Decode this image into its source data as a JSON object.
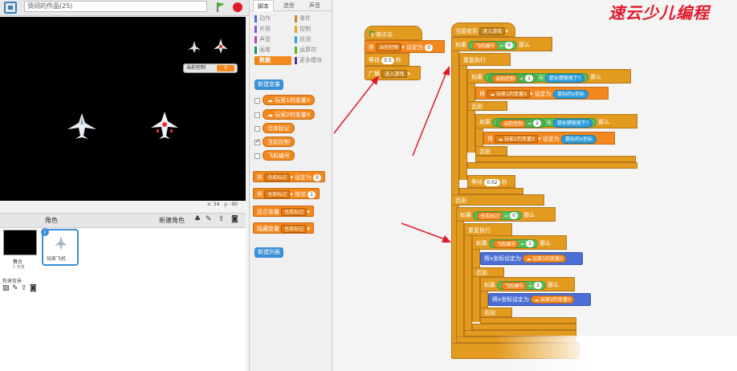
{
  "project_title": "贤间的作品(25)",
  "stage": {
    "monitor_label": "当前控制",
    "monitor_value": "0",
    "coords_x": "x: 34",
    "coords_y": "y: -90"
  },
  "sprites_panel": {
    "header": "角色",
    "new_sprite": "新建角色",
    "stage_label": "舞台",
    "stage_sub": "1 背景",
    "new_backdrop": "新建背景",
    "sprite_name": "玩家飞机",
    "sprite_badge": "i"
  },
  "tabs": [
    "脚本",
    "造型",
    "声音"
  ],
  "categories": [
    {
      "label": "动作",
      "color": "#4a6cd4"
    },
    {
      "label": "事件",
      "color": "#c88330"
    },
    {
      "label": "外观",
      "color": "#8a55d7"
    },
    {
      "label": "控制",
      "color": "#e1a91a"
    },
    {
      "label": "声音",
      "color": "#bb42c3"
    },
    {
      "label": "侦测",
      "color": "#2ca5e2"
    },
    {
      "label": "画笔",
      "color": "#0e9a6c"
    },
    {
      "label": "运算符",
      "color": "#5cb712"
    },
    {
      "label": "数据",
      "color": "#ee7d16"
    },
    {
      "label": "更多模块",
      "color": "#632d99"
    }
  ],
  "palette": {
    "new_variable": "新建变量",
    "vars": [
      "玩家1的变量X",
      "玩家2的变量X",
      "仓库标记",
      "当前控制",
      "飞机编号"
    ],
    "set_to": "将",
    "set_var": "仓库标记",
    "set_suffix": "设定为",
    "set_val": "0",
    "change_prefix": "将",
    "change_var": "仓库标记",
    "change_suffix": "增加",
    "change_val": "1",
    "show_var": "显示变量",
    "show_var_name": "仓库标记",
    "hide_var": "隐藏变量",
    "hide_var_name": "仓库标记",
    "new_list": "新建列表"
  },
  "script1": {
    "hat_prefix": "当",
    "hat_suffix": "被点击",
    "set_prefix": "将",
    "set_var": "当前控制",
    "set_suffix": "设定为",
    "set_val": "0",
    "wait_prefix": "等待",
    "wait_val": "0.5",
    "wait_suffix": "秒",
    "broadcast": "广播",
    "broadcast_msg": "进入游戏"
  },
  "script2": {
    "hat": "当接收到",
    "hat_msg": "进入游戏",
    "if1": "如果",
    "if1_var": "飞机编号",
    "eq": "=",
    "if1_val": "0",
    "then": "那么",
    "repeat": "重复执行",
    "if_a": "如果",
    "a_var": "当前控制",
    "a_val": "1",
    "and": "与",
    "key_a": "鼠标键被按下?",
    "set_a_prefix": "将",
    "set_a_var": "玩家1的变量X",
    "set_a_suffix": "设定为",
    "set_a_val": "鼠标的x坐标",
    "else": "否则",
    "b_var": "当前控制",
    "b_val": "2",
    "key_b": "鼠标键被按下?",
    "set_b_var": "玩家2的变量X",
    "set_b_val": "鼠标的x坐标",
    "wait_prefix": "等待",
    "wait_val": "0.02",
    "wait_suffix": "秒",
    "if2_var": "仓库标记",
    "if2_val": "0",
    "c_var": "飞机编号",
    "c_val": "1",
    "setx_c": "将x坐标设定为",
    "setx_c_val": "玩家1的变量X",
    "d_var": "飞机编号",
    "d_val": "2",
    "setx_d": "将x坐标设定为",
    "setx_d_val": "玩家2的变量X"
  },
  "watermark": "速云少儿编程",
  "colors": {
    "orange": "#f3891e",
    "control": "#e39b1f",
    "green": "#59c059",
    "blue": "#2d9dd9",
    "motion": "#4c6fd6",
    "arrow": "#e0192a"
  }
}
